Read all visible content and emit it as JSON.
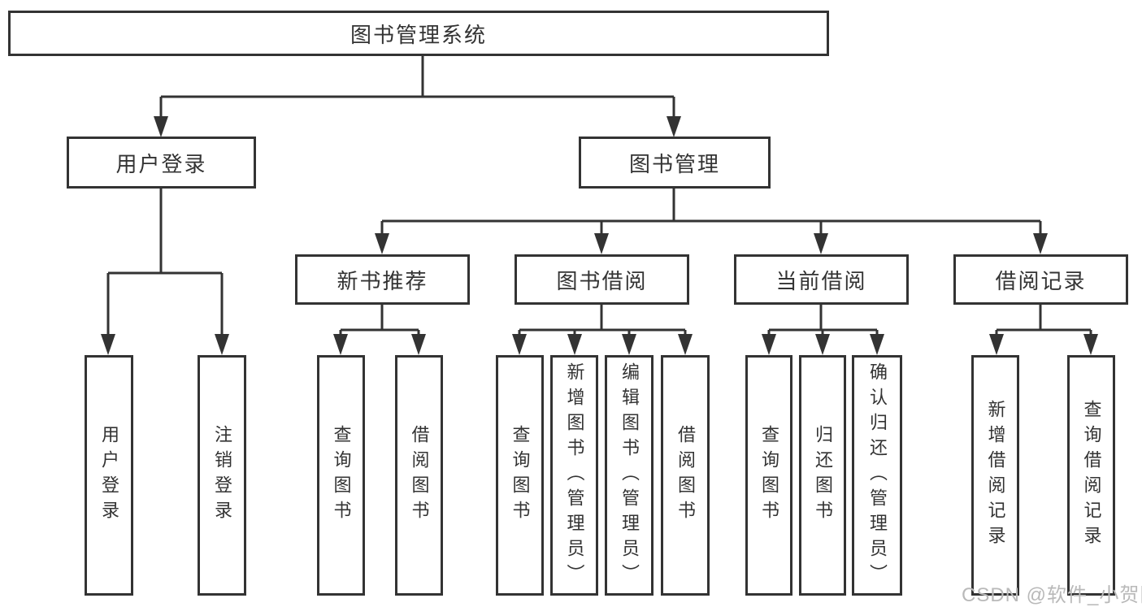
{
  "diagram": {
    "line_color": "#333333",
    "text_color": "#333333",
    "watermark": "CSDN @软件_小贺同学",
    "tree": {
      "root": {
        "label": "图书管理系统",
        "children": [
          {
            "label": "用户登录",
            "children": [
              {
                "label": "用户登录"
              },
              {
                "label": "注销登录"
              }
            ]
          },
          {
            "label": "图书管理",
            "children": [
              {
                "label": "新书推荐",
                "children": [
                  {
                    "label": "查询图书"
                  },
                  {
                    "label": "借阅图书"
                  }
                ]
              },
              {
                "label": "图书借阅",
                "children": [
                  {
                    "label": "查询图书"
                  },
                  {
                    "label": "新增图书（管理员）"
                  },
                  {
                    "label": "编辑图书（管理员）"
                  },
                  {
                    "label": "借阅图书"
                  }
                ]
              },
              {
                "label": "当前借阅",
                "children": [
                  {
                    "label": "查询图书"
                  },
                  {
                    "label": "归还图书"
                  },
                  {
                    "label": "确认归还（管理员）"
                  }
                ]
              },
              {
                "label": "借阅记录",
                "children": [
                  {
                    "label": "新增借阅记录"
                  },
                  {
                    "label": "查询借阅记录"
                  }
                ]
              }
            ]
          }
        ]
      }
    }
  }
}
